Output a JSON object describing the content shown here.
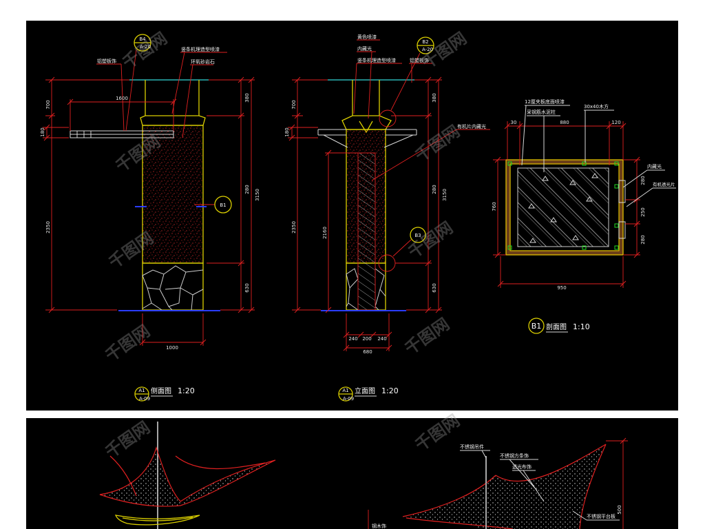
{
  "watermark": {
    "text": "千图网"
  },
  "colors": {
    "canvas": "#000000",
    "dimension": "#e02020",
    "outline": "#dcd000",
    "cap_line": "#2ab5b5",
    "base_line": "#2a3cff"
  },
  "side_view": {
    "callout_detail": {
      "id": "B4",
      "sheet": "A-20"
    },
    "labels": {
      "aluminum_panel": "铝塑板饰",
      "texture_paint": "竖条机理造型喷漆",
      "sandstone": "环氧砂岩石"
    },
    "callout_section": {
      "id": "B1"
    },
    "dims": {
      "bar_length": "1600",
      "left_upper": "700",
      "left_bar": "180",
      "left_total": "2350",
      "right_upper": "380",
      "right_middle": "280",
      "right_lower": "630",
      "right_total": "3150",
      "base_width": "1000"
    },
    "title": {
      "id": "A1",
      "sheet": "A-09",
      "name": "侧面图",
      "scale": "1:20"
    }
  },
  "front_view": {
    "labels": {
      "yellow_paint": "黄色喷漆",
      "hidden_light": "内藏光",
      "texture_paint": "竖条机理造型喷漆",
      "aluminum_panel": "铝塑板饰",
      "acrylic_light": "有机片内藏光"
    },
    "callout_top": {
      "id": "B2",
      "sheet": "A-20"
    },
    "callout_bottom": {
      "id": "B3"
    },
    "dims": {
      "left_upper": "700",
      "left_bar": "180",
      "left_total": "2350",
      "opening_height": "2160",
      "right_upper": "380",
      "right_middle": "280",
      "right_lower": "630",
      "right_total": "3150",
      "base_left": "240",
      "base_middle": "200",
      "base_right": "240",
      "base_total": "680"
    },
    "title": {
      "id": "A1",
      "sheet": "A-09",
      "name": "立面图",
      "scale": "1:20"
    }
  },
  "section_view": {
    "labels": {
      "plywood_paint": "12厘夹板底面喷漆",
      "concrete_column": "采钢筋水泥柱",
      "timber_batten": "30x40木方",
      "hidden_light": "内藏光",
      "acrylic_sheet": "有机透光片"
    },
    "dims": {
      "top_left": "30",
      "top_middle": "880",
      "top_right": "120",
      "height": "760",
      "right_upper": "280",
      "right_middle": "250",
      "right_lower": "280",
      "width": "950"
    },
    "title": {
      "id": "B1",
      "name": "剖面图",
      "scale": "1:10"
    }
  },
  "lower_sheet": {
    "labels": {
      "steel_hanger": "不锈钢吊件",
      "steel_strip": "不锈钢方条饰",
      "translucent_fabric": "透光布饰",
      "steel_platform": "不锈钢平台板",
      "steel_wood": "钢木饰"
    },
    "dims": {
      "height": "500"
    }
  }
}
